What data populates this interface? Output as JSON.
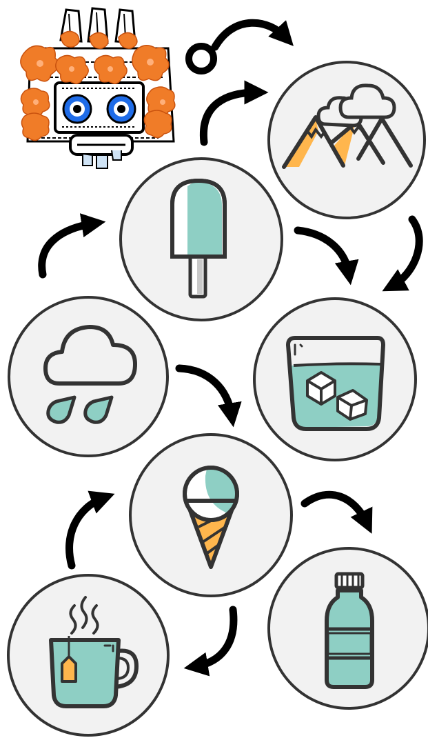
{
  "diagram": {
    "kind": "water-cycle",
    "colors": {
      "background": "#ffffff",
      "circle_fill": "#f2f2f2",
      "outline": "#333333",
      "teal": "#8ecfc4",
      "orange": "#ffb64d",
      "arrow": "#000000",
      "mask_orange": "#f07c28",
      "mask_blue": "#1f6ce8"
    },
    "nodes": [
      {
        "id": "mountain",
        "icon": "snowy-mountain-icon"
      },
      {
        "id": "popsicle",
        "icon": "popsicle-icon"
      },
      {
        "id": "rain",
        "icon": "rain-cloud-icon"
      },
      {
        "id": "iced-drink",
        "icon": "iced-drink-icon"
      },
      {
        "id": "ice-cream",
        "icon": "ice-cream-cone-icon"
      },
      {
        "id": "tea",
        "icon": "hot-tea-mug-icon"
      },
      {
        "id": "bottle",
        "icon": "water-bottle-icon"
      }
    ],
    "start": {
      "icon": "start-ring-icon",
      "to": "mountain"
    },
    "edges": [
      {
        "from": "popsicle",
        "to": "mountain"
      },
      {
        "from": "mountain",
        "to": "iced-drink"
      },
      {
        "from": "popsicle",
        "to": "iced-drink"
      },
      {
        "from": "rain",
        "to": "popsicle"
      },
      {
        "from": "rain",
        "to": "ice-cream"
      },
      {
        "from": "tea",
        "to": "ice-cream"
      },
      {
        "from": "ice-cream",
        "to": "tea"
      },
      {
        "from": "ice-cream",
        "to": "bottle"
      }
    ],
    "decoration": {
      "icon": "tribal-mask-icon"
    }
  }
}
